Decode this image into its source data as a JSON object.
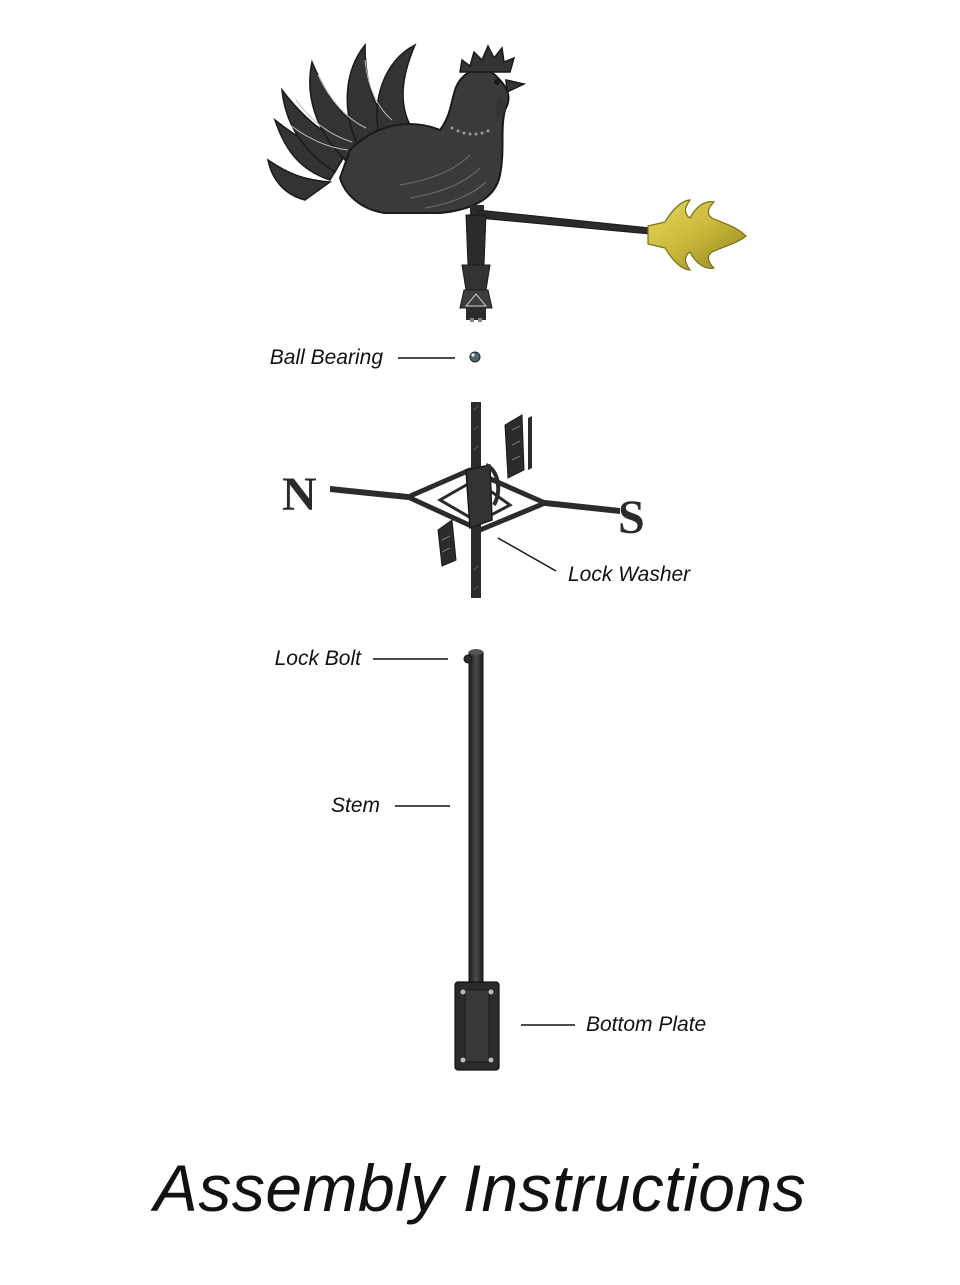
{
  "title": "Assembly Instructions",
  "parts": {
    "ball_bearing": "Ball Bearing",
    "lock_washer": "Lock Washer",
    "lock_bolt": "Lock Bolt",
    "stem": "Stem",
    "bottom_plate": "Bottom Plate"
  },
  "directions": {
    "north": "N",
    "south": "S"
  },
  "icons": {
    "rooster": "rooster-icon",
    "arrow_tip": "fleur-de-lis-icon"
  },
  "colors": {
    "metal": "#2b2b2b",
    "gold": "#c9b73a",
    "text": "#111111",
    "background": "#ffffff"
  }
}
